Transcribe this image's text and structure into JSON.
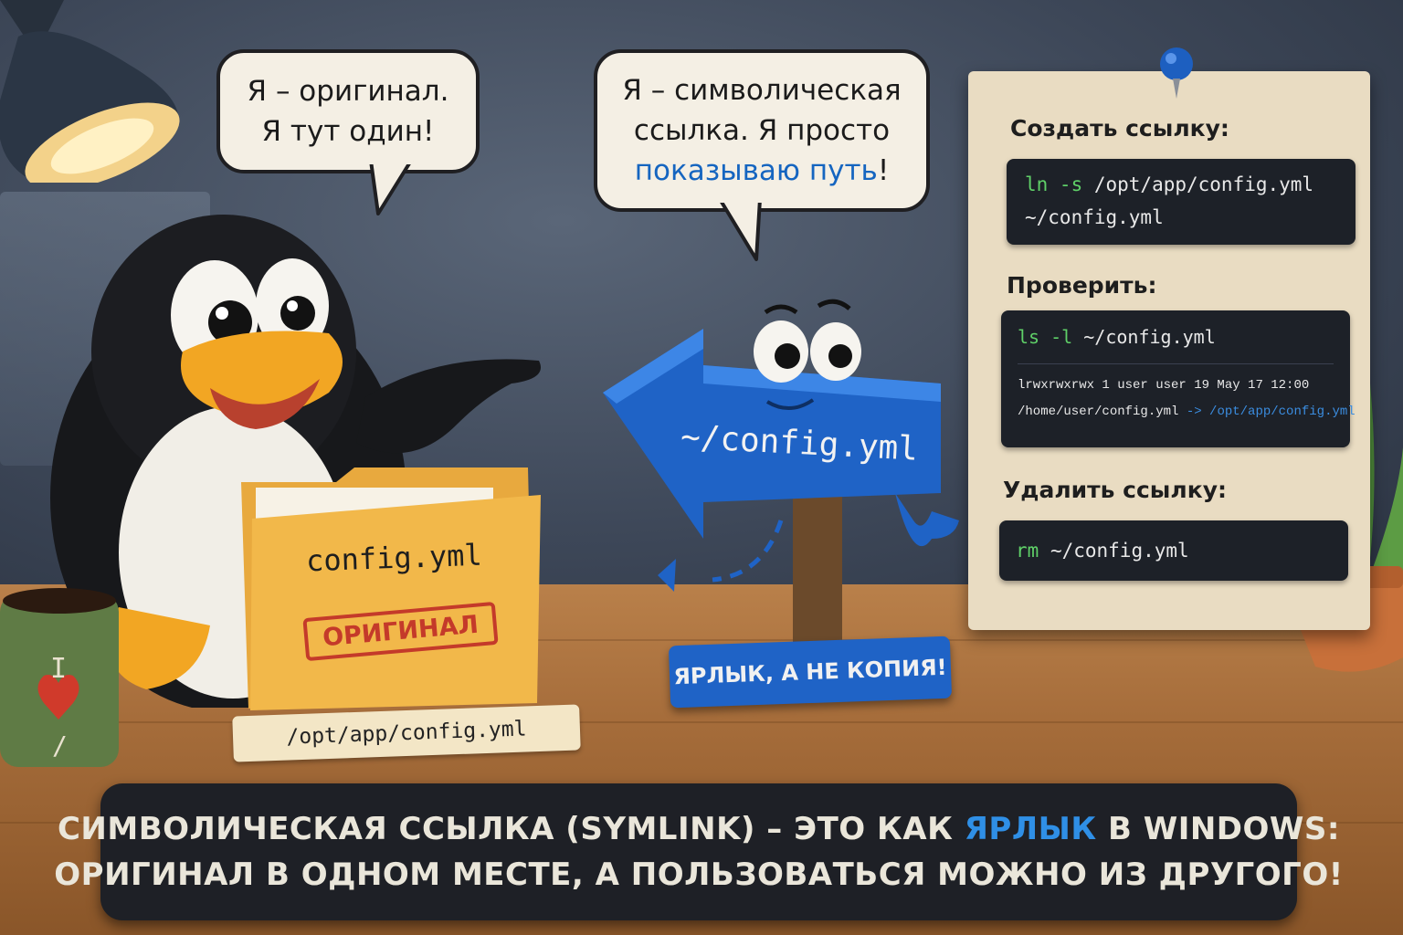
{
  "bubbles": {
    "penguin_line1": "Я – оригинал.",
    "penguin_line2": "Я тут один!",
    "symlink_line1": "Я – символическая",
    "symlink_line2": "ссылка. Я просто",
    "symlink_line3_hl": "показываю путь",
    "symlink_line3_end": "!"
  },
  "folder": {
    "name": "config.yml",
    "stamp": "ОРИГИНАЛ",
    "path_tag": "/opt/app/config.yml"
  },
  "sign": {
    "arrow_text": "~/config.yml",
    "plate_text": "ЯРЛЫК, А НЕ КОПИЯ!"
  },
  "mug": {
    "text_top": "I",
    "text_bottom": "/"
  },
  "note": {
    "create_heading": "Создать ссылку:",
    "create_cmd": "ln -s",
    "create_arg1": " /opt/app/config.yml",
    "create_arg2": "~/config.yml",
    "check_heading": "Проверить:",
    "check_cmd": "ls -l",
    "check_arg": " ~/config.yml",
    "check_out1": "lrwxrwxrwx 1 user user 19 May 17 12:00",
    "check_out2_a": "/home/user/config.yml",
    "check_out2_arrow": " -> ",
    "check_out2_b": "/opt/app/config.yml",
    "delete_heading": "Удалить ссылку:",
    "delete_cmd": "rm",
    "delete_arg": " ~/config.yml"
  },
  "caption": {
    "line1_a": "СИМВОЛИЧЕСКАЯ ССЫЛКА (SYMLINK) – ЭТО КАК ",
    "line1_hl": "ЯРЛЫК",
    "line1_b": " В WINDOWS:",
    "line2": "ОРИГИНАЛ В ОДНОМ МЕСТЕ, А ПОЛЬЗОВАТЬСЯ МОЖНО ИЗ ДРУГОГО!"
  },
  "colors": {
    "accent_blue": "#1f63c6",
    "command_green": "#5fd068",
    "stamp_red": "#c43a2a",
    "folder_yellow": "#f2b84a"
  }
}
